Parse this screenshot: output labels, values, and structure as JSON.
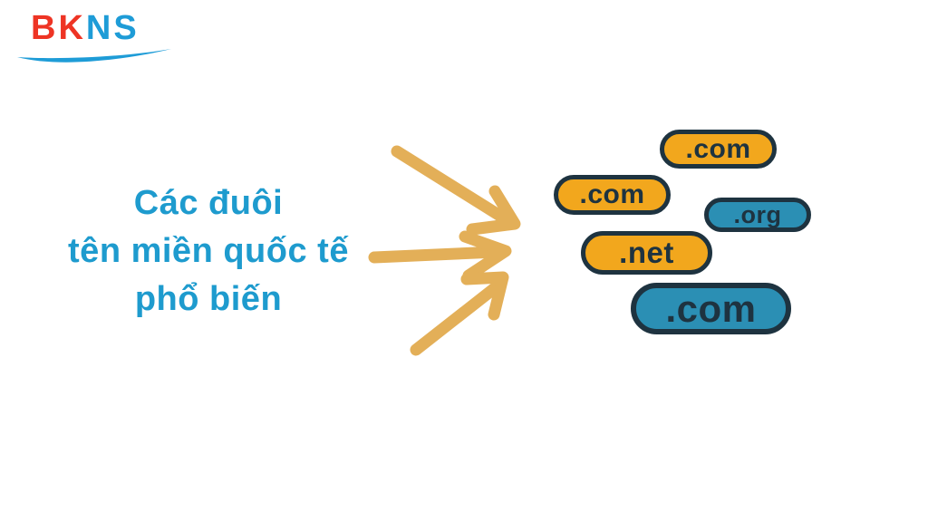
{
  "logo": {
    "text_red": "BK",
    "text_blue": "NS"
  },
  "heading": {
    "lines": [
      "Các đuôi",
      "tên miền quốc tế",
      "phổ biến"
    ]
  },
  "pills": [
    {
      "label": ".com",
      "variant": "orange"
    },
    {
      "label": ".com",
      "variant": "orange"
    },
    {
      "label": ".org",
      "variant": "teal"
    },
    {
      "label": ".net",
      "variant": "orange"
    },
    {
      "label": ".com",
      "variant": "teal"
    }
  ],
  "colors": {
    "background": "#FFFFFF",
    "logo_red": "#EE3424",
    "logo_blue": "#1E9CD7",
    "heading_blue": "#1E9BCE",
    "arrow_gold": "#E3AF58",
    "pill_orange": "#F2A71D",
    "pill_teal": "#2B8FB4",
    "pill_outline": "#1E3340"
  }
}
